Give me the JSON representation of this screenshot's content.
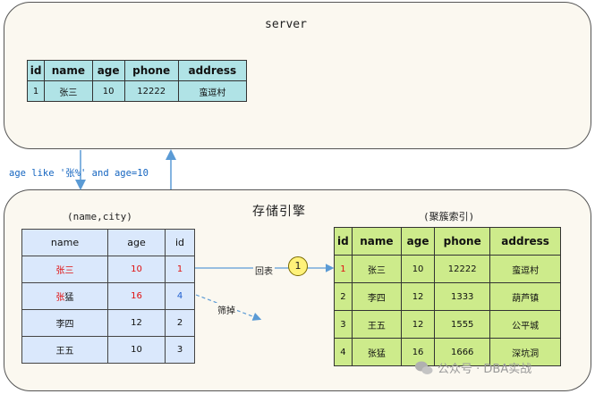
{
  "server": {
    "title": "server",
    "table": {
      "headers": [
        "id",
        "name",
        "age",
        "phone",
        "address"
      ],
      "rows": [
        [
          "1",
          "张三",
          "10",
          "12222",
          "蛮逗村"
        ]
      ]
    }
  },
  "query_condition": "age like '张%' and age=10",
  "storage": {
    "title": "存储引擎",
    "secondary_index": {
      "title": "(name,city)",
      "headers": [
        "name",
        "age",
        "id"
      ],
      "rows": [
        [
          "张三",
          "10",
          "1"
        ],
        [
          "张猛",
          "16",
          "4"
        ],
        [
          "李四",
          "12",
          "2"
        ],
        [
          "王五",
          "10",
          "3"
        ]
      ]
    },
    "clustered_index": {
      "title": "(聚簇索引)",
      "headers": [
        "id",
        "name",
        "age",
        "phone",
        "address"
      ],
      "rows": [
        [
          "1",
          "张三",
          "10",
          "12222",
          "蛮逗村"
        ],
        [
          "2",
          "李四",
          "12",
          "1333",
          "葫芦镇"
        ],
        [
          "3",
          "王五",
          "12",
          "1555",
          "公平城"
        ],
        [
          "4",
          "张猛",
          "16",
          "1666",
          "深坑洞"
        ]
      ]
    }
  },
  "edges": {
    "return_label": "回表",
    "filter_label": "筛掉",
    "step_number": "1"
  },
  "watermark": "公众号 · DBA实战",
  "colors": {
    "server_table": "#b0e3e6",
    "secondary_table": "#dae8fc",
    "clustered_table": "#cdeb8b",
    "arrow": "#5b9bd5",
    "highlight_red": "#e01010",
    "highlight_blue": "#1f5fd0"
  }
}
